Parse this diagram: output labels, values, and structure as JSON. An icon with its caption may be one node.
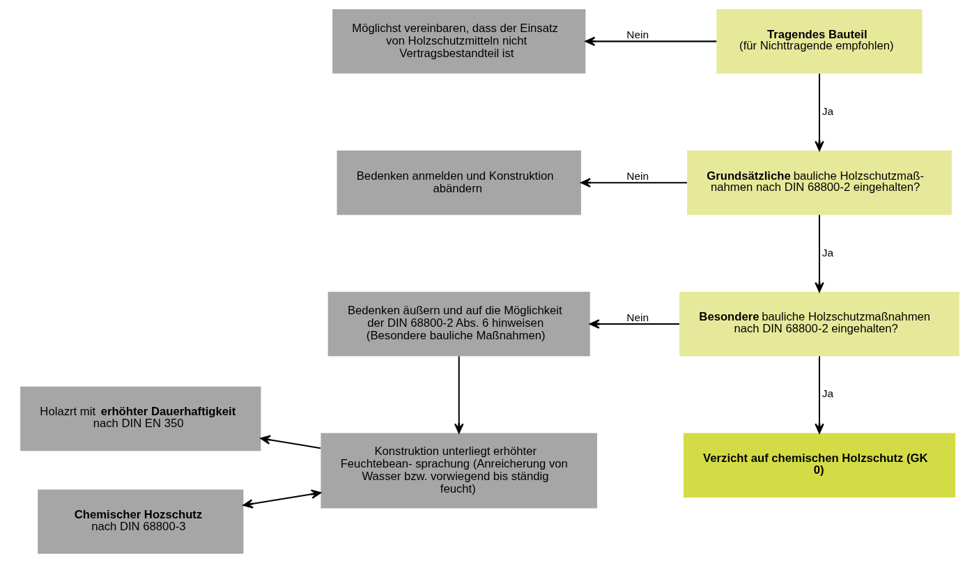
{
  "diagram": {
    "nodes": [
      {
        "text": [
          "**Tragendes Bauteil**",
          "(für Nichttragende empfohlen)"
        ]
      },
      {
        "text": [
          "Möglichst vereinbaren, dass der Einsatz von Holzschutzmitteln nicht Vertragsbestandteil ist"
        ]
      },
      {
        "text": [
          "**Grundsätzliche** bauliche Holzschutzmaß- nahmen nach DIN 68800-2 eingehalten?"
        ]
      },
      {
        "text": [
          "Bedenken anmelden und Konstruktion abändern"
        ]
      },
      {
        "text": [
          "**Besondere** bauliche Holzschutzmaßnahmen nach DIN 68800-2 eingehalten?"
        ]
      },
      {
        "text": [
          "Bedenken äußern und auf die Möglichkeit der DIN 68800-2 Abs. 6 hinweisen (Besondere bauliche Maßnahmen)"
        ]
      },
      {
        "text": [
          "Verzicht auf chemischen Holzschutz (GK 0)"
        ]
      },
      {
        "text": [
          "Konstruktion unterliegt erhöhter Feuchtebean- sprachung (Anreicherung von Wasser bzw. vorwiegend bis ständig feucht)"
        ]
      },
      {
        "text": [
          "Holazrt mit **erhöhter Dauerhaftigkeit** nach DIN EN 350"
        ]
      },
      {
        "text": [
          "**Chemischer Hozschutz**",
          "nach DIN 68800-3"
        ]
      }
    ],
    "edges": [
      {
        "from": 0,
        "to": 1,
        "arrow": "to",
        "label": "Nein"
      },
      {
        "from": 0,
        "to": 2,
        "arrow": "to",
        "label": "Ja"
      },
      {
        "from": 2,
        "to": 3,
        "arrow": "to",
        "label": "Nein"
      },
      {
        "from": 2,
        "to": 4,
        "arrow": "to",
        "label": "Ja"
      },
      {
        "from": 4,
        "to": 5,
        "arrow": "to",
        "label": "Nein"
      },
      {
        "from": 4,
        "to": 6,
        "arrow": "to",
        "label": "Ja"
      },
      {
        "from": 5,
        "to": 7,
        "arrow": "to"
      },
      {
        "from": 7,
        "to": 8,
        "arrow": "to"
      },
      {
        "from": 7,
        "to": 9,
        "arrow": "both"
      }
    ]
  }
}
